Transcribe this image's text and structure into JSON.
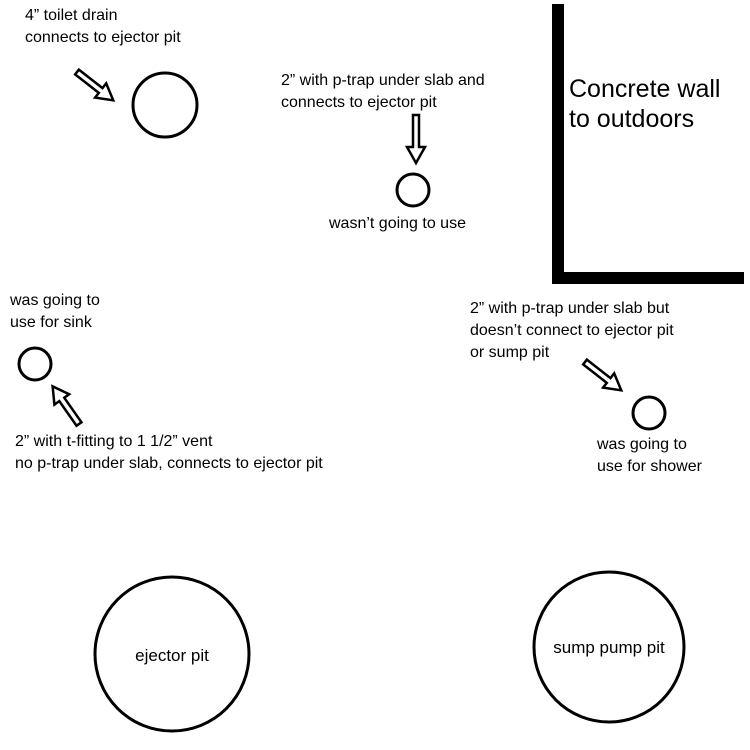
{
  "labels": {
    "toilet_drain": {
      "line1": "4” toilet drain",
      "line2": "connects to ejector pit"
    },
    "center_drain": {
      "line1": "2” with p-trap under slab and",
      "line2": "connects to ejector pit"
    },
    "center_drain_note": "wasn’t going to use",
    "wall": {
      "line1": "Concrete wall",
      "line2": "to outdoors"
    },
    "sink_note": {
      "line1": "was going to",
      "line2": "use for sink"
    },
    "sink_drain": {
      "line1": "2” with t-fitting to 1 1/2” vent",
      "line2": "no p-trap under slab, connects to ejector pit"
    },
    "shower_drain": {
      "line1": "2” with p-trap under slab but",
      "line2": "doesn’t connect to ejector pit",
      "line3": "or sump pit"
    },
    "shower_note": {
      "line1": "was going to",
      "line2": "use for shower"
    },
    "ejector_pit": "ejector pit",
    "sump_pit": "sump pump pit"
  },
  "colors": {
    "stroke": "#000000",
    "background": "#ffffff",
    "wall": "#000000"
  }
}
